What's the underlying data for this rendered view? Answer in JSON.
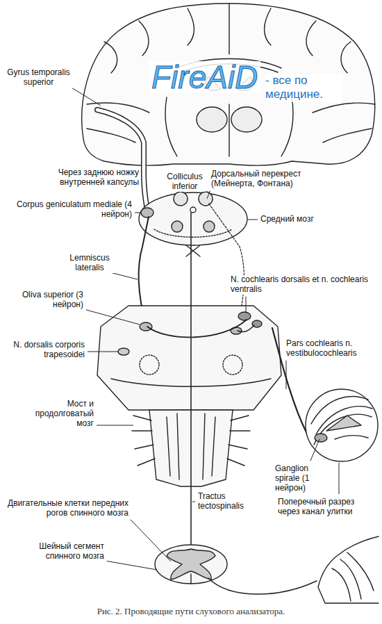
{
  "diagram": {
    "caption": "Рис. 2. Проводящие пути слухового анализатора.",
    "labels": [
      "Gyrus temporalis superior",
      "FireAiD",
      "- все по медицине.",
      "Через заднюю ножку внутренней капсулы",
      "Colliculus inferior",
      "Дорсальный перекрест (Мейнерта, Фонтана)",
      "Corpus geniculatum mediale (4 нейрон)",
      "Средний мозг",
      "Lemniscus lateralis",
      "N. cochlearis dorsalis et n. cochlearis ventralis",
      "Oliva superior (3 нейрон)",
      "N. dorsalis corporis trapesoidei",
      "Pars cochlearis n. vestibulocochlearis",
      "Мост и продолговатый мозг",
      "Ganglion spirale (1 нейрон)",
      "Tractus tectospinalis",
      "Двигательные клетки передних рогов спинного мозга",
      "Поперечный разрез через канал улитки",
      "Шейный сегмент спинного мозга"
    ]
  }
}
